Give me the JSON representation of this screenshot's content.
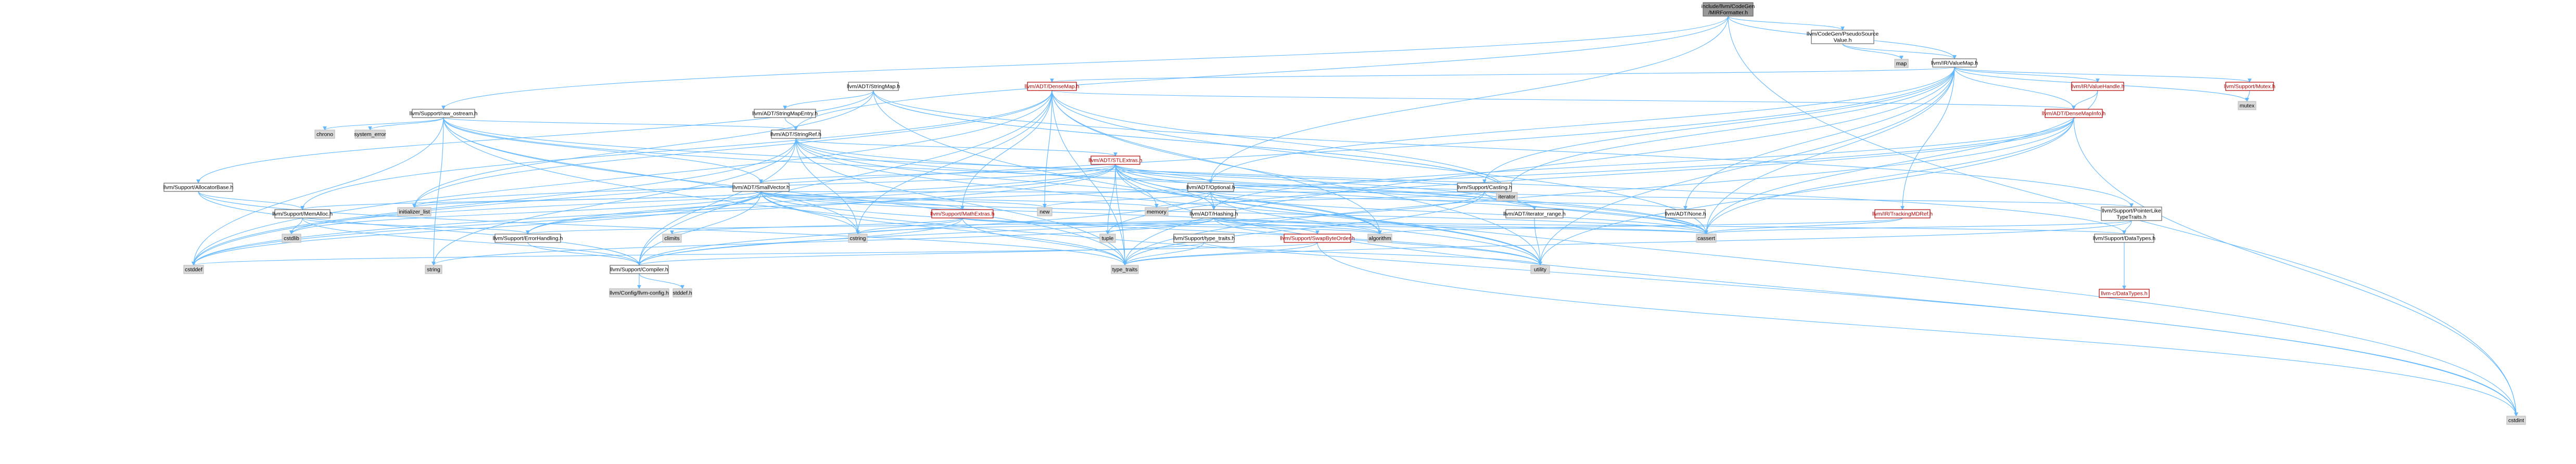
{
  "diagram": {
    "nodes": [
      {
        "id": "root",
        "label": "include/llvm/CodeGen\n/MIRFormatter.h",
        "style": "root"
      },
      {
        "id": "pseudo",
        "label": "llvm/CodeGen/PseudoSource\nValue.h",
        "style": "white"
      },
      {
        "id": "cstdint",
        "label": "cstdint",
        "style": "gray"
      },
      {
        "id": "valuemap",
        "label": "llvm/IR/ValueMap.h",
        "style": "white"
      },
      {
        "id": "map",
        "label": "map",
        "style": "gray"
      },
      {
        "id": "stringmap",
        "label": "llvm/ADT/StringMap.h",
        "style": "white"
      },
      {
        "id": "densemap",
        "label": "llvm/ADT/DenseMap.h",
        "style": "red"
      },
      {
        "id": "valuehandle",
        "label": "llvm/IR/ValueHandle.h",
        "style": "red"
      },
      {
        "id": "mutexh",
        "label": "llvm/Support/Mutex.h",
        "style": "red"
      },
      {
        "id": "mutex",
        "label": "mutex",
        "style": "gray"
      },
      {
        "id": "rawostream",
        "label": "llvm/Support/raw_ostream.h",
        "style": "white"
      },
      {
        "id": "stringmapentry",
        "label": "llvm/ADT/StringMapEntry.h",
        "style": "white"
      },
      {
        "id": "densemapinfo",
        "label": "llvm/ADT/DenseMapInfo.h",
        "style": "red"
      },
      {
        "id": "chrono",
        "label": "chrono",
        "style": "gray"
      },
      {
        "id": "system_error",
        "label": "system_error",
        "style": "gray"
      },
      {
        "id": "stringref",
        "label": "llvm/ADT/StringRef.h",
        "style": "white"
      },
      {
        "id": "stlextras",
        "label": "llvm/ADT/STLExtras.h",
        "style": "red"
      },
      {
        "id": "allocatorbase",
        "label": "llvm/Support/AllocatorBase.h",
        "style": "white"
      },
      {
        "id": "smallvector",
        "label": "llvm/ADT/SmallVector.h",
        "style": "white"
      },
      {
        "id": "optional",
        "label": "llvm/ADT/Optional.h",
        "style": "white"
      },
      {
        "id": "casting",
        "label": "llvm/Support/Casting.h",
        "style": "white"
      },
      {
        "id": "memalloc",
        "label": "llvm/Support/MemAlloc.h",
        "style": "white"
      },
      {
        "id": "initializer_list",
        "label": "initializer_list",
        "style": "gray"
      },
      {
        "id": "mathextras",
        "label": "llvm/Support/MathExtras.h",
        "style": "red"
      },
      {
        "id": "new",
        "label": "new",
        "style": "gray"
      },
      {
        "id": "memory",
        "label": "memory",
        "style": "gray"
      },
      {
        "id": "hashing",
        "label": "llvm/ADT/Hashing.h",
        "style": "white"
      },
      {
        "id": "iterator_range",
        "label": "llvm/ADT/iterator_range.h",
        "style": "white"
      },
      {
        "id": "none",
        "label": "llvm/ADT/None.h",
        "style": "white"
      },
      {
        "id": "trackingmdref",
        "label": "llvm/IR/TrackingMDRef.h",
        "style": "red"
      },
      {
        "id": "pointerlike",
        "label": "llvm/Support/PointerLike\nTypeTraits.h",
        "style": "white"
      },
      {
        "id": "iterator",
        "label": "iterator",
        "style": "gray"
      },
      {
        "id": "cstdlib",
        "label": "cstdlib",
        "style": "gray"
      },
      {
        "id": "errorhandling",
        "label": "llvm/Support/ErrorHandling.h",
        "style": "white"
      },
      {
        "id": "climits",
        "label": "climits",
        "style": "gray"
      },
      {
        "id": "cstring",
        "label": "cstring",
        "style": "gray"
      },
      {
        "id": "tuple",
        "label": "tuple",
        "style": "gray"
      },
      {
        "id": "typetraitsh",
        "label": "llvm/Support/type_traits.h",
        "style": "white"
      },
      {
        "id": "swapbyteorder",
        "label": "llvm/Support/SwapByteOrder.h",
        "style": "red"
      },
      {
        "id": "algorithm",
        "label": "algorithm",
        "style": "gray"
      },
      {
        "id": "cassert",
        "label": "cassert",
        "style": "gray"
      },
      {
        "id": "datatypes",
        "label": "llvm/Support/DataTypes.h",
        "style": "white"
      },
      {
        "id": "cstddef",
        "label": "cstddef",
        "style": "gray"
      },
      {
        "id": "string",
        "label": "string",
        "style": "gray"
      },
      {
        "id": "compiler",
        "label": "llvm/Support/Compiler.h",
        "style": "white"
      },
      {
        "id": "type_traits",
        "label": "type_traits",
        "style": "gray"
      },
      {
        "id": "utility",
        "label": "utility",
        "style": "gray"
      },
      {
        "id": "llvmdatatypes",
        "label": "llvm-c/DataTypes.h",
        "style": "red"
      },
      {
        "id": "llvmconfig",
        "label": "llvm/Config/llvm-config.h",
        "style": "gray"
      },
      {
        "id": "stddef",
        "label": "stddef.h",
        "style": "gray"
      }
    ],
    "edges": [
      [
        "root",
        "pseudo"
      ],
      [
        "root",
        "cstdint"
      ],
      [
        "root",
        "valuemap"
      ],
      [
        "root",
        "rawostream"
      ],
      [
        "root",
        "optional"
      ],
      [
        "root",
        "stringref"
      ],
      [
        "pseudo",
        "valuemap"
      ],
      [
        "pseudo",
        "map"
      ],
      [
        "valuemap",
        "densemap"
      ],
      [
        "valuemap",
        "densemapinfo"
      ],
      [
        "valuemap",
        "none"
      ],
      [
        "valuemap",
        "optional"
      ],
      [
        "valuemap",
        "trackingmdref"
      ],
      [
        "valuemap",
        "valuehandle"
      ],
      [
        "valuemap",
        "casting"
      ],
      [
        "valuemap",
        "mutexh"
      ],
      [
        "valuemap",
        "cassert"
      ],
      [
        "valuemap",
        "cstddef"
      ],
      [
        "valuemap",
        "iterator"
      ],
      [
        "valuemap",
        "mutex"
      ],
      [
        "valuemap",
        "type_traits"
      ],
      [
        "valuemap",
        "utility"
      ],
      [
        "stringmap",
        "stringmapentry"
      ],
      [
        "stringmap",
        "iterator"
      ],
      [
        "stringmap",
        "allocatorbase"
      ],
      [
        "stringmap",
        "pointerlike"
      ],
      [
        "stringmap",
        "cstdint"
      ],
      [
        "stringmap",
        "initializer_list"
      ],
      [
        "stringmap",
        "iterator"
      ],
      [
        "densemap",
        "densemapinfo"
      ],
      [
        "densemap",
        "epochtracker"
      ],
      [
        "densemap",
        "alignof"
      ],
      [
        "densemap",
        "compiler"
      ],
      [
        "densemap",
        "mathextras"
      ],
      [
        "densemap",
        "memalloc"
      ],
      [
        "densemap",
        "reversiteration"
      ],
      [
        "densemap",
        "type_traitsh"
      ],
      [
        "densemap",
        "algorithm"
      ],
      [
        "densemap",
        "cassert"
      ],
      [
        "densemap",
        "cstddef"
      ],
      [
        "densemap",
        "cstring"
      ],
      [
        "densemap",
        "initializer_list"
      ],
      [
        "densemap",
        "iterator"
      ],
      [
        "densemap",
        "new"
      ],
      [
        "densemap",
        "type_traits"
      ],
      [
        "densemap",
        "utility"
      ],
      [
        "valuehandle",
        "densemapinfo"
      ],
      [
        "valuehandle",
        "pointerintpair"
      ],
      [
        "valuehandle",
        "cassert"
      ],
      [
        "mutexh",
        "mutex"
      ],
      [
        "rawostream",
        "stringref"
      ],
      [
        "rawostream",
        "datatypes"
      ],
      [
        "rawostream",
        "smallvector"
      ],
      [
        "rawostream",
        "cassert"
      ],
      [
        "rawostream",
        "chrono"
      ],
      [
        "rawostream",
        "cstddef"
      ],
      [
        "rawostream",
        "cstdint"
      ],
      [
        "rawostream",
        "cstring"
      ],
      [
        "rawostream",
        "string"
      ],
      [
        "rawostream",
        "system_error"
      ],
      [
        "rawostream",
        "type_traits"
      ],
      [
        "stringmapentry",
        "stringref"
      ],
      [
        "densemapinfo",
        "hashing"
      ],
      [
        "densemapinfo",
        "cassert"
      ],
      [
        "densemapinfo",
        "cstddef"
      ],
      [
        "densemapinfo",
        "cstdint"
      ],
      [
        "densemapinfo",
        "tuple"
      ],
      [
        "densemapinfo",
        "type_traits"
      ],
      [
        "densemapinfo",
        "utility"
      ],
      [
        "stringref",
        "stlextras"
      ],
      [
        "stringref",
        "iterator_range"
      ],
      [
        "stringref",
        "compiler"
      ],
      [
        "stringref",
        "algorithm"
      ],
      [
        "stringref",
        "cassert"
      ],
      [
        "stringref",
        "cstddef"
      ],
      [
        "stringref",
        "cstring"
      ],
      [
        "stringref",
        "limits"
      ],
      [
        "stringref",
        "string"
      ],
      [
        "stringref",
        "type_traits"
      ],
      [
        "stringref",
        "utility"
      ],
      [
        "stlextras",
        "hashing"
      ],
      [
        "stlextras",
        "optional"
      ],
      [
        "stlextras",
        "smallvector"
      ],
      [
        "stlextras",
        "iterator"
      ],
      [
        "stlextras",
        "iterator_range"
      ],
      [
        "stlextras",
        "errorhandling"
      ],
      [
        "stlextras",
        "algorithm"
      ],
      [
        "stlextras",
        "cassert"
      ],
      [
        "stlextras",
        "cstddef"
      ],
      [
        "stlextras",
        "cstdint"
      ],
      [
        "stlextras",
        "cstdlib"
      ],
      [
        "stlextras",
        "functional"
      ],
      [
        "stlextras",
        "initializer_list"
      ],
      [
        "stlextras",
        "iterator"
      ],
      [
        "stlextras",
        "limits"
      ],
      [
        "stlextras",
        "memory"
      ],
      [
        "stlextras",
        "tuple"
      ],
      [
        "stlextras",
        "type_traits"
      ],
      [
        "stlextras",
        "utility"
      ],
      [
        "allocatorbase",
        "compiler"
      ],
      [
        "allocatorbase",
        "memalloc"
      ],
      [
        "allocatorbase",
        "type_traits"
      ],
      [
        "smallvector",
        "compiler"
      ],
      [
        "smallvector",
        "type_traitsh"
      ],
      [
        "smallvector",
        "algorithm"
      ],
      [
        "smallvector",
        "cassert"
      ],
      [
        "smallvector",
        "cstddef"
      ],
      [
        "smallvector",
        "cstdlib"
      ],
      [
        "smallvector",
        "cstring"
      ],
      [
        "smallvector",
        "functional"
      ],
      [
        "smallvector",
        "initializer_list"
      ],
      [
        "smallvector",
        "iterator"
      ],
      [
        "smallvector",
        "limits"
      ],
      [
        "smallvector",
        "memory"
      ],
      [
        "smallvector",
        "new"
      ],
      [
        "smallvector",
        "type_traits"
      ],
      [
        "smallvector",
        "utility"
      ],
      [
        "smallvector",
        "errorhandling"
      ],
      [
        "smallvector",
        "memalloc"
      ],
      [
        "smallvector",
        "mathextras"
      ],
      [
        "optional",
        "hashing"
      ],
      [
        "optional",
        "none"
      ],
      [
        "optional",
        "compiler"
      ],
      [
        "optional",
        "type_traitsh"
      ],
      [
        "optional",
        "cassert"
      ],
      [
        "optional",
        "new"
      ],
      [
        "optional",
        "utility"
      ],
      [
        "optional",
        "stlforwardcompat"
      ],
      [
        "casting",
        "pointerlike"
      ],
      [
        "casting",
        "compiler"
      ],
      [
        "casting",
        "type_traitsh"
      ],
      [
        "casting",
        "cassert"
      ],
      [
        "casting",
        "memory"
      ],
      [
        "casting",
        "type_traits"
      ],
      [
        "casting",
        "optional"
      ],
      [
        "memalloc",
        "compiler"
      ],
      [
        "memalloc",
        "errorhandling"
      ],
      [
        "memalloc",
        "cstdlib"
      ],
      [
        "mathextras",
        "compiler"
      ],
      [
        "mathextras",
        "algorithm"
      ],
      [
        "mathextras",
        "cassert"
      ],
      [
        "mathextras",
        "climits"
      ],
      [
        "mathextras",
        "cstring"
      ],
      [
        "mathextras",
        "limits"
      ],
      [
        "mathextras",
        "type_traits"
      ],
      [
        "hashing",
        "errorhandling"
      ],
      [
        "hashing",
        "swapbyteorder"
      ],
      [
        "hashing",
        "type_traitsh"
      ],
      [
        "hashing",
        "algorithm"
      ],
      [
        "hashing",
        "cassert"
      ],
      [
        "hashing",
        "cstring"
      ],
      [
        "hashing",
        "string"
      ],
      [
        "hashing",
        "tuple"
      ],
      [
        "hashing",
        "utility"
      ],
      [
        "hashing",
        "datatypes"
      ],
      [
        "iterator_range",
        "utility"
      ],
      [
        "trackingmdref",
        "cassert"
      ],
      [
        "trackingmdref",
        "algorithm"
      ],
      [
        "pointerlike",
        "datatypes"
      ],
      [
        "pointerlike",
        "cassert"
      ],
      [
        "pointerlike",
        "type_traits"
      ],
      [
        "errorhandling",
        "compiler"
      ],
      [
        "typetraitsh",
        "compiler"
      ],
      [
        "typetraitsh",
        "type_traits"
      ],
      [
        "typetraitsh",
        "utility"
      ],
      [
        "swapbyteorder",
        "cstddef"
      ],
      [
        "swapbyteorder",
        "cstdint"
      ],
      [
        "swapbyteorder",
        "type_traits"
      ],
      [
        "datatypes",
        "llvmdatatypes"
      ],
      [
        "compiler",
        "llvmconfig"
      ],
      [
        "compiler",
        "stddef"
      ]
    ]
  }
}
